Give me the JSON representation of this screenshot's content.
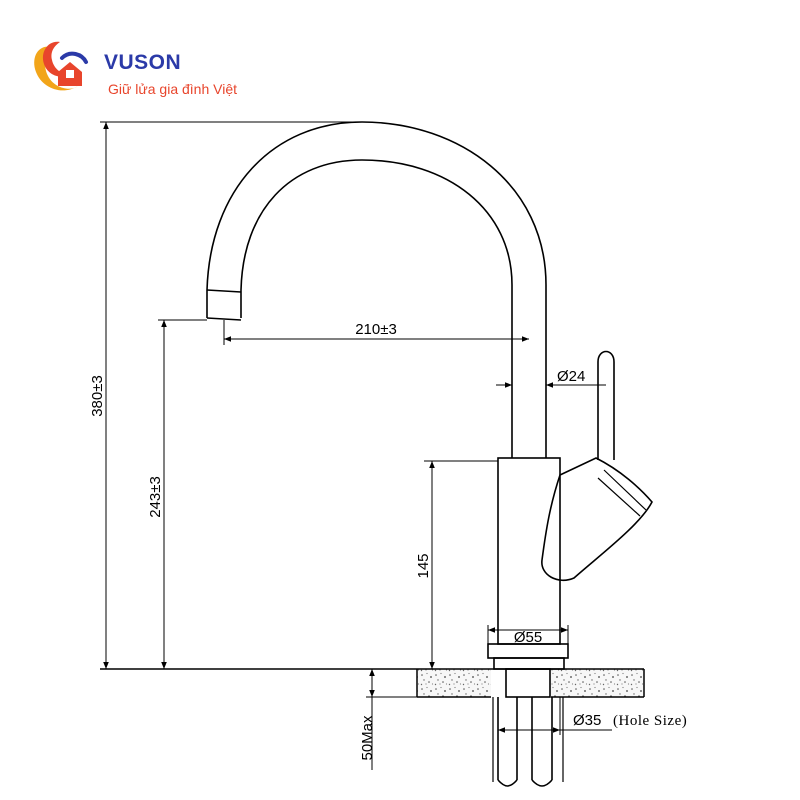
{
  "brand": {
    "name": "VUSON",
    "tagline": "Giữ lửa gia đình Việt",
    "colors": {
      "primary": "#2b3aa8",
      "accent": "#e8452c",
      "gold": "#f2a51a"
    },
    "logo_icon": "house-flame-logo-icon"
  },
  "dimensions": {
    "total_height": "380±3",
    "spout_outlet_height": "243±3",
    "spout_reach": "210±3",
    "spout_tube_diameter": "Ø24",
    "body_height": "145",
    "base_diameter": "Ø55",
    "counter_thickness": "50Max",
    "hole_diameter": "Ø35",
    "hole_note": "(Hole Size)"
  }
}
